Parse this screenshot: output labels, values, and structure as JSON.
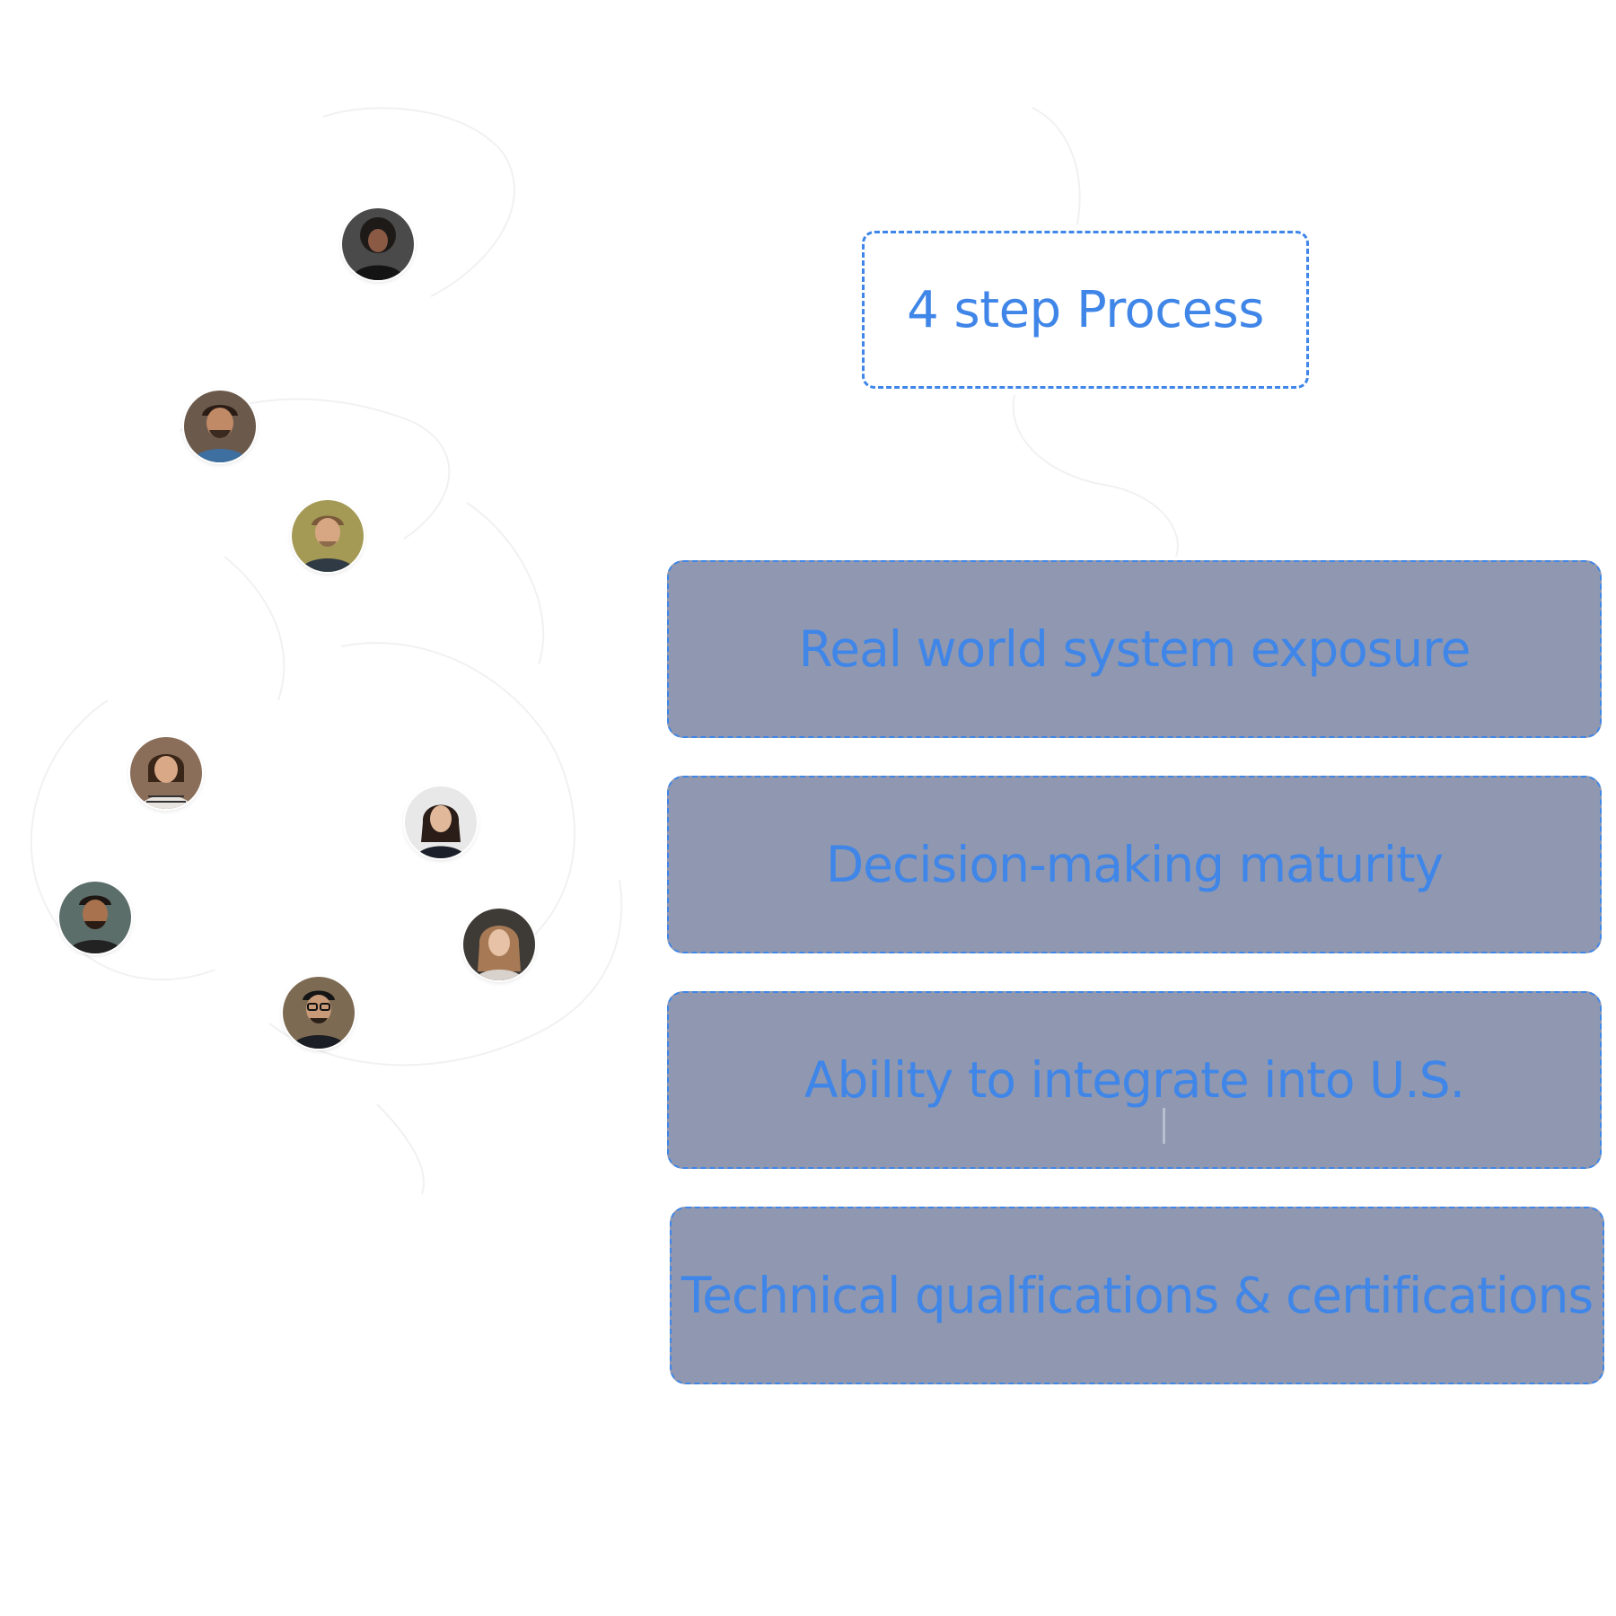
{
  "title": "4 step Process",
  "steps": [
    {
      "label": "Real world system exposure"
    },
    {
      "label": "Decision-making maturity"
    },
    {
      "label": "Ability to integrate into U.S."
    },
    {
      "label": "Technical qualfications & certifications"
    }
  ],
  "avatars": [
    {
      "name": "avatar-person-1"
    },
    {
      "name": "avatar-person-2"
    },
    {
      "name": "avatar-person-3"
    },
    {
      "name": "avatar-person-4"
    },
    {
      "name": "avatar-person-5"
    },
    {
      "name": "avatar-person-6"
    },
    {
      "name": "avatar-person-7"
    },
    {
      "name": "avatar-person-8"
    }
  ],
  "colors": {
    "accent": "#3f86e8",
    "step_fill": "#8f98b0",
    "background": "#ffffff"
  }
}
